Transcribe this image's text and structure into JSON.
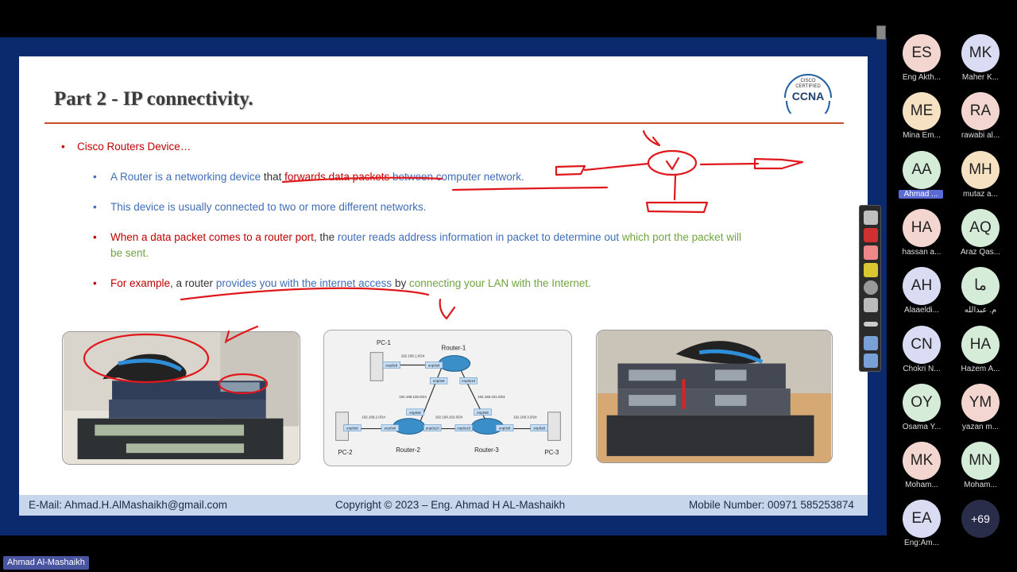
{
  "slide": {
    "title": "Part 2  - IP connectivity.",
    "logo": {
      "line1": "CISCO",
      "line2": "CERTIFIED",
      "brand": "CCNA"
    },
    "heading_bullet": "Cisco Routers Device…",
    "b1": {
      "p1": "A Router is a networking device ",
      "p2": "that ",
      "p3": "forwards data packets ",
      "p4": "between computer network."
    },
    "b2": {
      "p1": "This device is usually connected to two or more different networks."
    },
    "b3": {
      "p1": "When a data packet comes to a router port",
      "p2": ", the ",
      "p3": "router reads address information in packet to determine out ",
      "p4": "which port the packet will",
      "p5": "be sent."
    },
    "b4": {
      "p1": "For example",
      "p2": ", a router ",
      "p3": "provides you with the internet access",
      "p4": " by ",
      "p5": "connecting your LAN with the Internet."
    },
    "diagram": {
      "router1": "Router-1",
      "router2": "Router-2",
      "router3": "Router-3",
      "pc1": "PC-1",
      "pc2": "PC-2",
      "pc3": "PC-3",
      "n1": "192.168.1.0/24",
      "n2": "192.168.2.0/24",
      "n3": "192.168.3.0/24",
      "n100": "192.168.100.0/24",
      "n101": "192.168.101.0/24",
      "n102": "192.168.102.0/24",
      "e8": "enp0s8",
      "e9": "enp0s9",
      "e10": "enp0s10"
    },
    "footer": {
      "email": "E-Mail: Ahmad.H.AlMashaikh@gmail.com",
      "copyright": "Copyright © 2023 – Eng. Ahmad H AL-Mashaikh",
      "mobile": "Mobile Number: 00971 585253874"
    }
  },
  "participants": [
    {
      "initials": "ES",
      "name": "Eng Akth...",
      "color": "#f3d6cf"
    },
    {
      "initials": "MK",
      "name": "Maher K...",
      "color": "#d9dcf3"
    },
    {
      "initials": "ME",
      "name": "Mina Em...",
      "color": "#f6e2c3"
    },
    {
      "initials": "RA",
      "name": "rawabi al...",
      "color": "#f3d6cf"
    },
    {
      "initials": "AA",
      "name": "Ahmad ...",
      "color": "#d5ecd9",
      "highlight": true
    },
    {
      "initials": "MH",
      "name": "mutaz a...",
      "color": "#f6e2c3"
    },
    {
      "initials": "HA",
      "name": "hassan a...",
      "color": "#f3d6cf"
    },
    {
      "initials": "AQ",
      "name": "Araz Qas...",
      "color": "#d5ecd9"
    },
    {
      "initials": "AH",
      "name": "Alaaeldi...",
      "color": "#d9dcf3"
    },
    {
      "initials": "ما",
      "name": "م. عبدالله",
      "color": "#d5ecd9"
    },
    {
      "initials": "CN",
      "name": "Chokri N...",
      "color": "#d9dcf3"
    },
    {
      "initials": "HA",
      "name": "Hazem A...",
      "color": "#d5ecd9"
    },
    {
      "initials": "OY",
      "name": "Osama Y...",
      "color": "#d5ecd9"
    },
    {
      "initials": "YM",
      "name": "yazan m...",
      "color": "#f3d6cf"
    },
    {
      "initials": "MK",
      "name": "Moham...",
      "color": "#f3d6cf"
    },
    {
      "initials": "MN",
      "name": "Moham...",
      "color": "#d5ecd9"
    },
    {
      "initials": "EA",
      "name": "Eng:Am...",
      "color": "#d9dcf3"
    }
  ],
  "more_participants": "+69",
  "presenter_name": "Ahmad Al-Mashaikh"
}
